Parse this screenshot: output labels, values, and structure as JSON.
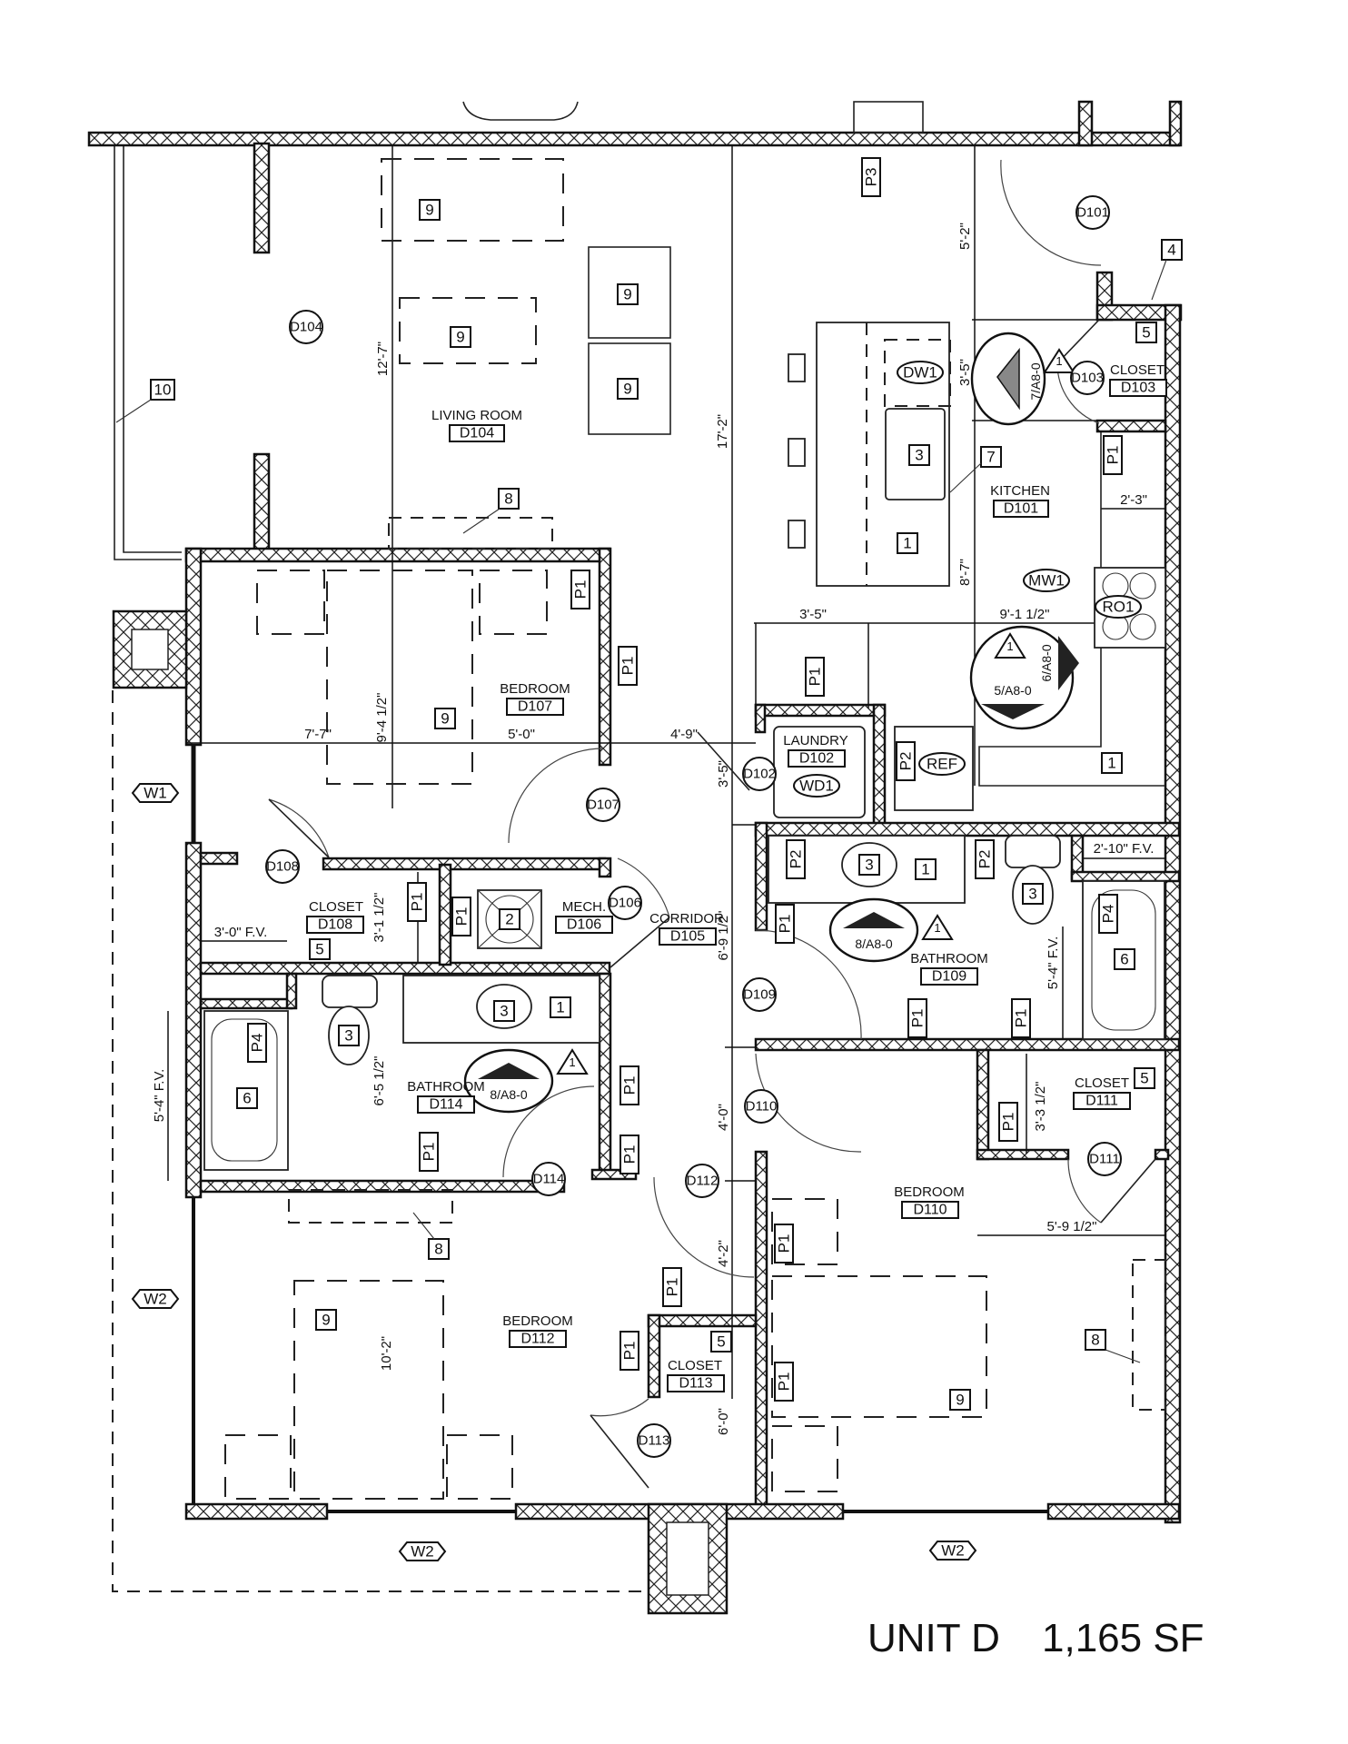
{
  "title": {
    "unit": "UNIT D",
    "area": "1,165 SF"
  },
  "rooms": [
    {
      "id": "living",
      "name": "LIVING ROOM",
      "number": "D104"
    },
    {
      "id": "kitchen",
      "name": "KITCHEN",
      "number": "D101"
    },
    {
      "id": "closet103",
      "name": "CLOSET",
      "number": "D103"
    },
    {
      "id": "laundry",
      "name": "LAUNDRY",
      "number": "D102"
    },
    {
      "id": "bedroom107",
      "name": "BEDROOM",
      "number": "D107"
    },
    {
      "id": "closet108",
      "name": "CLOSET",
      "number": "D108"
    },
    {
      "id": "mech",
      "name": "MECH.",
      "number": "D106"
    },
    {
      "id": "corridor",
      "name": "CORRIDOR",
      "number": "D105"
    },
    {
      "id": "bath109",
      "name": "BATHROOM",
      "number": "D109"
    },
    {
      "id": "bath114",
      "name": "BATHROOM",
      "number": "D114"
    },
    {
      "id": "closet111",
      "name": "CLOSET",
      "number": "D111"
    },
    {
      "id": "bedroom110",
      "name": "BEDROOM",
      "number": "D110"
    },
    {
      "id": "bedroom112",
      "name": "BEDROOM",
      "number": "D112"
    },
    {
      "id": "closet113",
      "name": "CLOSET",
      "number": "D113"
    }
  ],
  "doors": [
    "D101",
    "D102",
    "D103",
    "D104",
    "D106",
    "D107",
    "D108",
    "D109",
    "D110",
    "D111",
    "D112",
    "D113",
    "D114"
  ],
  "dimensions": {
    "living_depth": "12'-7\"",
    "kitchen_depth": "17'-2\"",
    "door_clear_top": "5'-2\"",
    "closet103_depth": "3'-5\"",
    "kitchen_run": "8'-7\"",
    "pantry_width": "2'-3\"",
    "laundry_width": "3'-5\"",
    "kitchen_width": "9'-1 1/2\"",
    "bed107_left": "7'-7\"",
    "bed107_depth": "9'-4 1/2\"",
    "bed107_right": "5'-0\"",
    "corridor_width": "4'-9\"",
    "laundry_depth": "3'-5\"",
    "closet108_fv": "3'-0\" F.V.",
    "closet108_depth": "3'-1 1/2\"",
    "corridor_len": "6'-9 1/2\"",
    "bath109_fv": "2'-10\" F.V.",
    "bath109_tub_fv": "5'-4\" F.V.",
    "bath114_tub_fv": "5'-4\" F.V.",
    "bath114_depth": "6'-5 1/2\"",
    "corridor_lower": "4'-0\"",
    "closet111_depth": "3'-3 1/2\"",
    "bed110_closet_w": "5'-9 1/2\"",
    "corridor_bottom": "4'-2\"",
    "bed112_depth": "10'-2\"",
    "closet113_depth": "6'-0\""
  },
  "keynotes": {
    "k1": "1",
    "k2": "2",
    "k3": "3",
    "k4": "4",
    "k5": "5",
    "k6": "6",
    "k7": "7",
    "k8": "8",
    "k9": "9",
    "k10": "10"
  },
  "tags": {
    "P1": "P1",
    "P2": "P2",
    "P3": "P3",
    "P4": "P4",
    "DW1": "DW1",
    "MW1": "MW1",
    "RO1": "RO1",
    "REF": "REF",
    "WD1": "WD1"
  },
  "windows": {
    "W1": "W1",
    "W2": "W2"
  },
  "revisions": {
    "rev": "1",
    "sec7": "7/A8-0",
    "sec5": "5/A8-0",
    "sec6": "6/A8-0",
    "sec8": "8/A8-0"
  }
}
